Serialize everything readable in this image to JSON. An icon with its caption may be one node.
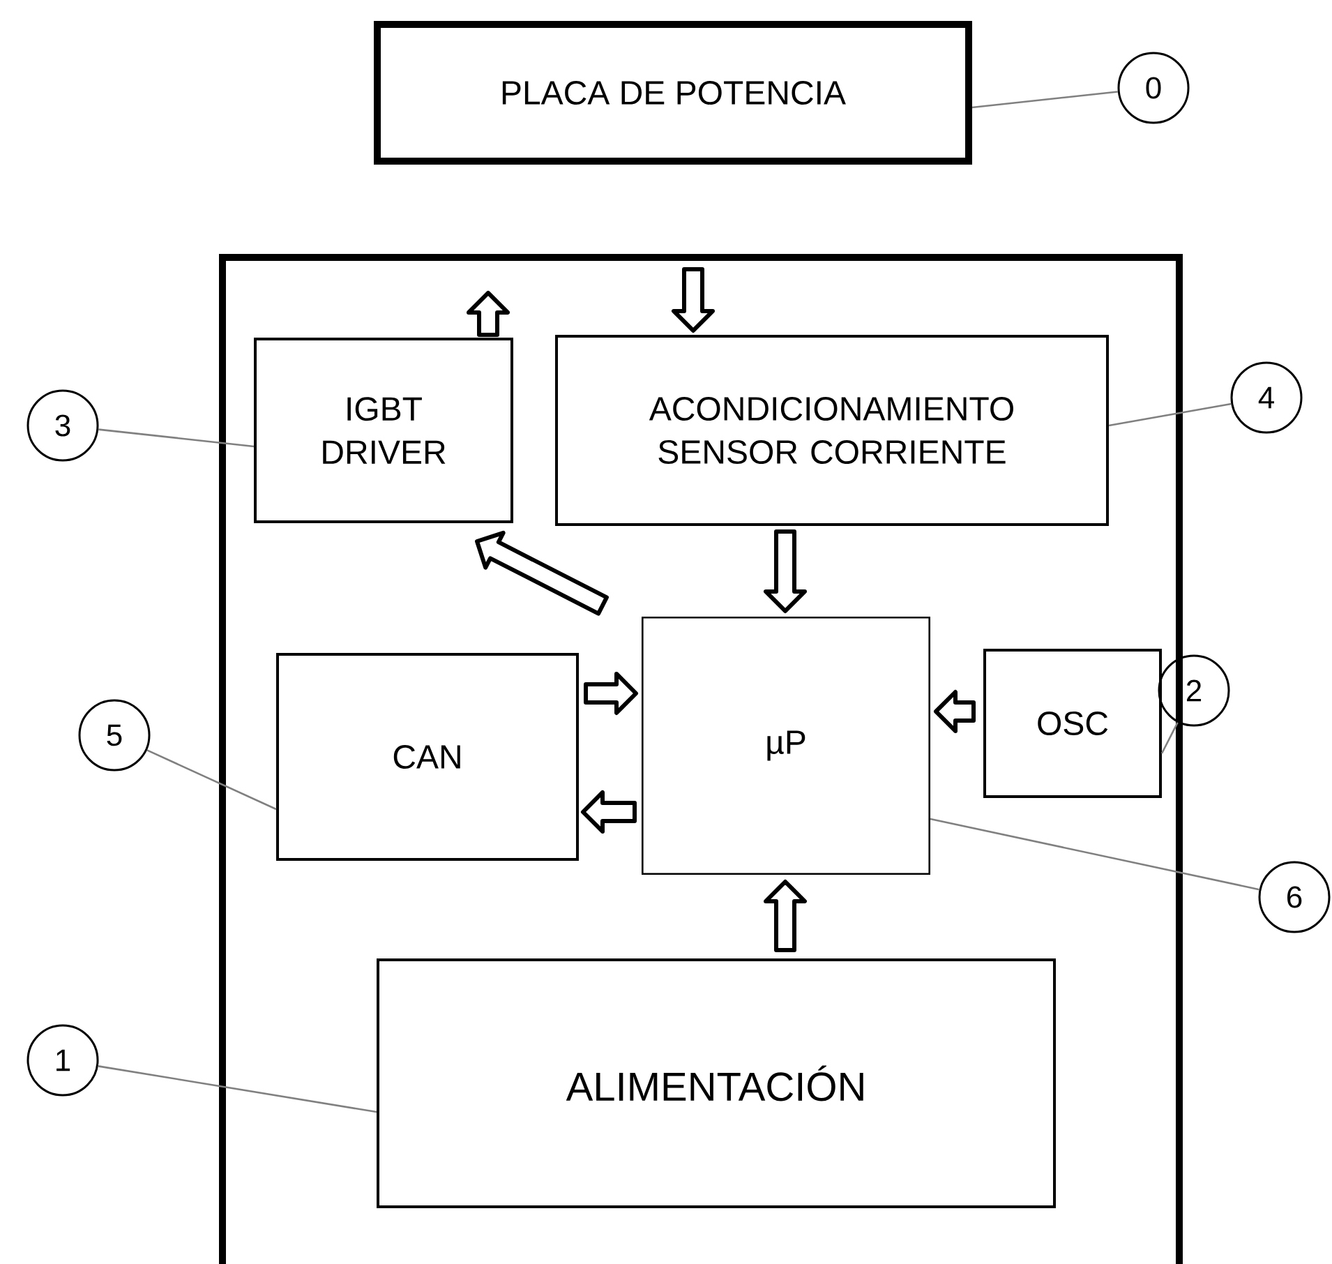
{
  "diagram": {
    "nodes": [
      {
        "text": [
          "PLACA DE POTENCIA"
        ]
      },
      {
        "text": [],
        "shape": "box"
      },
      {
        "text": [
          "IGBT DRIVER"
        ],
        "in": 1
      },
      {
        "text": [
          "ACONDICIONAMIENTO SENSOR CORRIENTE"
        ],
        "in": 1
      },
      {
        "text": [
          "CAN"
        ],
        "in": 1
      },
      {
        "text": [
          "µP"
        ],
        "in": 1
      },
      {
        "text": [
          "OSC"
        ],
        "in": 1
      },
      {
        "text": [
          "ALIMENTACIÓN"
        ],
        "in": 1
      },
      {
        "text": [
          "0"
        ]
      },
      {
        "text": [
          "3"
        ]
      },
      {
        "text": [
          "4"
        ]
      },
      {
        "text": [
          "5"
        ]
      },
      {
        "text": [
          "2"
        ]
      },
      {
        "text": [
          "6"
        ]
      },
      {
        "text": [
          "1"
        ]
      }
    ],
    "edges": [
      {
        "from": 8,
        "to": 0,
        "arrow": "none",
        "color": "#808080"
      },
      {
        "from": 9,
        "to": 2,
        "arrow": "none",
        "color": "#808080"
      },
      {
        "from": 10,
        "to": 3,
        "arrow": "none",
        "color": "#808080"
      },
      {
        "from": 11,
        "to": 4,
        "arrow": "none",
        "color": "#808080"
      },
      {
        "from": 12,
        "to": 6,
        "arrow": "none",
        "color": "#808080"
      },
      {
        "from": 13,
        "to": 5,
        "arrow": "none",
        "color": "#808080"
      },
      {
        "from": 14,
        "to": 7,
        "arrow": "none",
        "color": "#808080"
      },
      {
        "from": 2,
        "to": null,
        "arrow": "to"
      },
      {
        "from": null,
        "to": 3,
        "arrow": "to"
      },
      {
        "from": 3,
        "to": 5,
        "arrow": "to"
      },
      {
        "from": 5,
        "to": 2,
        "arrow": "to"
      },
      {
        "from": 4,
        "to": 5,
        "arrow": "to"
      },
      {
        "from": 5,
        "to": 4,
        "arrow": "to"
      },
      {
        "from": 6,
        "to": 5,
        "arrow": "to"
      },
      {
        "from": 7,
        "to": 5,
        "arrow": "to"
      }
    ]
  }
}
